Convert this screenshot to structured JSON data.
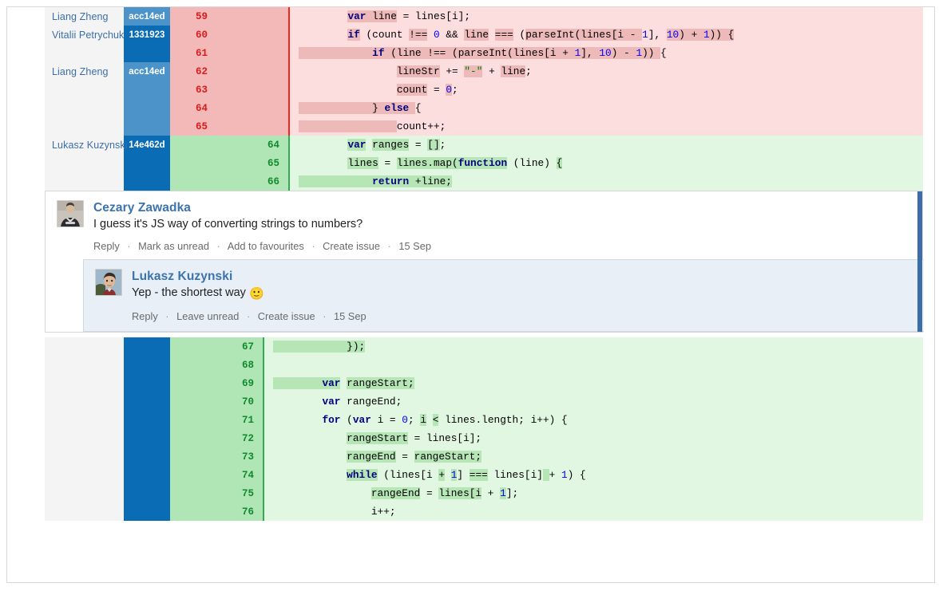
{
  "diff_top": {
    "rows": [
      {
        "author": "Liang Zheng",
        "hash": "acc14ed",
        "hash_tone": "light",
        "num": "59",
        "kind": "del"
      },
      {
        "author": "Vitalii Petrychuk",
        "hash": "1331923",
        "hash_tone": "dark",
        "num": "60",
        "kind": "del"
      },
      {
        "author": "",
        "hash": "",
        "hash_tone": "dark",
        "num": "61",
        "kind": "del"
      },
      {
        "author": "Liang Zheng",
        "hash": "acc14ed",
        "hash_tone": "light",
        "num": "62",
        "kind": "del"
      },
      {
        "author": "",
        "hash": "",
        "hash_tone": "light",
        "num": "63",
        "kind": "del"
      },
      {
        "author": "",
        "hash": "",
        "hash_tone": "light",
        "num": "64",
        "kind": "del"
      },
      {
        "author": "",
        "hash": "",
        "hash_tone": "light",
        "num": "65",
        "kind": "del"
      },
      {
        "author": "Lukasz Kuzynski",
        "hash": "14e462d",
        "hash_tone": "dark",
        "num": "64",
        "kind": "add"
      },
      {
        "author": "",
        "hash": "",
        "hash_tone": "dark",
        "num": "65",
        "kind": "add"
      },
      {
        "author": "",
        "hash": "",
        "hash_tone": "dark",
        "num": "66",
        "kind": "add"
      }
    ],
    "code": [
      "        var line = lines[i];",
      "        if (count !== 0 && line === (parseInt(lines[i - 1], 10) + 1)) {",
      "            if (line !== (parseInt(lines[i + 1], 10) - 1)) {",
      "                lineStr += \"-\" + line;",
      "                count = 0;",
      "            } else {",
      "                count++;",
      "        var ranges = [];",
      "        lines = lines.map(function (line) {",
      "            return +line;"
    ]
  },
  "comments": [
    {
      "author": "Cezary Zawadka",
      "text": "I guess it's JS way of converting strings to numbers?",
      "actions": [
        "Reply",
        "Mark as unread",
        "Add to favourites",
        "Create issue"
      ],
      "date": "15 Sep",
      "unread": true,
      "nested": false
    },
    {
      "author": "Lukasz Kuzynski",
      "text": "Yep - the shortest way",
      "emoji": "🙂",
      "actions": [
        "Reply",
        "Leave unread",
        "Create issue"
      ],
      "date": "15 Sep",
      "unread": false,
      "nested": true
    }
  ],
  "diff_bottom": {
    "rows": [
      {
        "author": "",
        "hash": "",
        "hash_tone": "dark",
        "num": "67",
        "kind": "add"
      },
      {
        "author": "",
        "hash": "",
        "hash_tone": "dark",
        "num": "68",
        "kind": "add"
      },
      {
        "author": "",
        "hash": "",
        "hash_tone": "dark",
        "num": "69",
        "kind": "add"
      },
      {
        "author": "",
        "hash": "",
        "hash_tone": "dark",
        "num": "70",
        "kind": "add"
      },
      {
        "author": "",
        "hash": "",
        "hash_tone": "dark",
        "num": "71",
        "kind": "add"
      },
      {
        "author": "",
        "hash": "",
        "hash_tone": "dark",
        "num": "72",
        "kind": "add"
      },
      {
        "author": "",
        "hash": "",
        "hash_tone": "dark",
        "num": "73",
        "kind": "add"
      },
      {
        "author": "",
        "hash": "",
        "hash_tone": "dark",
        "num": "74",
        "kind": "add"
      },
      {
        "author": "",
        "hash": "",
        "hash_tone": "dark",
        "num": "75",
        "kind": "add"
      },
      {
        "author": "",
        "hash": "",
        "hash_tone": "dark",
        "num": "76",
        "kind": "add"
      }
    ],
    "code": [
      "        });",
      "",
      "        var rangeStart;",
      "        var rangeEnd;",
      "        for (var i = 0; i < lines.length; i++) {",
      "            rangeStart = lines[i];",
      "            rangeEnd = rangeStart;",
      "            while (lines[i + 1] === lines[i] + 1) {",
      "                rangeEnd = lines[i + 1];",
      "                i++;"
    ]
  },
  "colors": {
    "removed_bg": "#fcdede",
    "removed_word": "#edb9b9",
    "removed_gutter": "#f3b9b9",
    "removed_border": "#f5221f",
    "added_bg": "#e2f7e2",
    "added_word": "#b6e6b6",
    "added_gutter": "#b0e6b6",
    "added_border": "#34a853",
    "hash_light": "#4c93c9",
    "hash_dark": "#0a6cb4",
    "author_bg": "#f4f4f4",
    "link": "#3b73af",
    "unread_stripe": "#3b6ea8",
    "nested_bg": "#e8eff7"
  }
}
